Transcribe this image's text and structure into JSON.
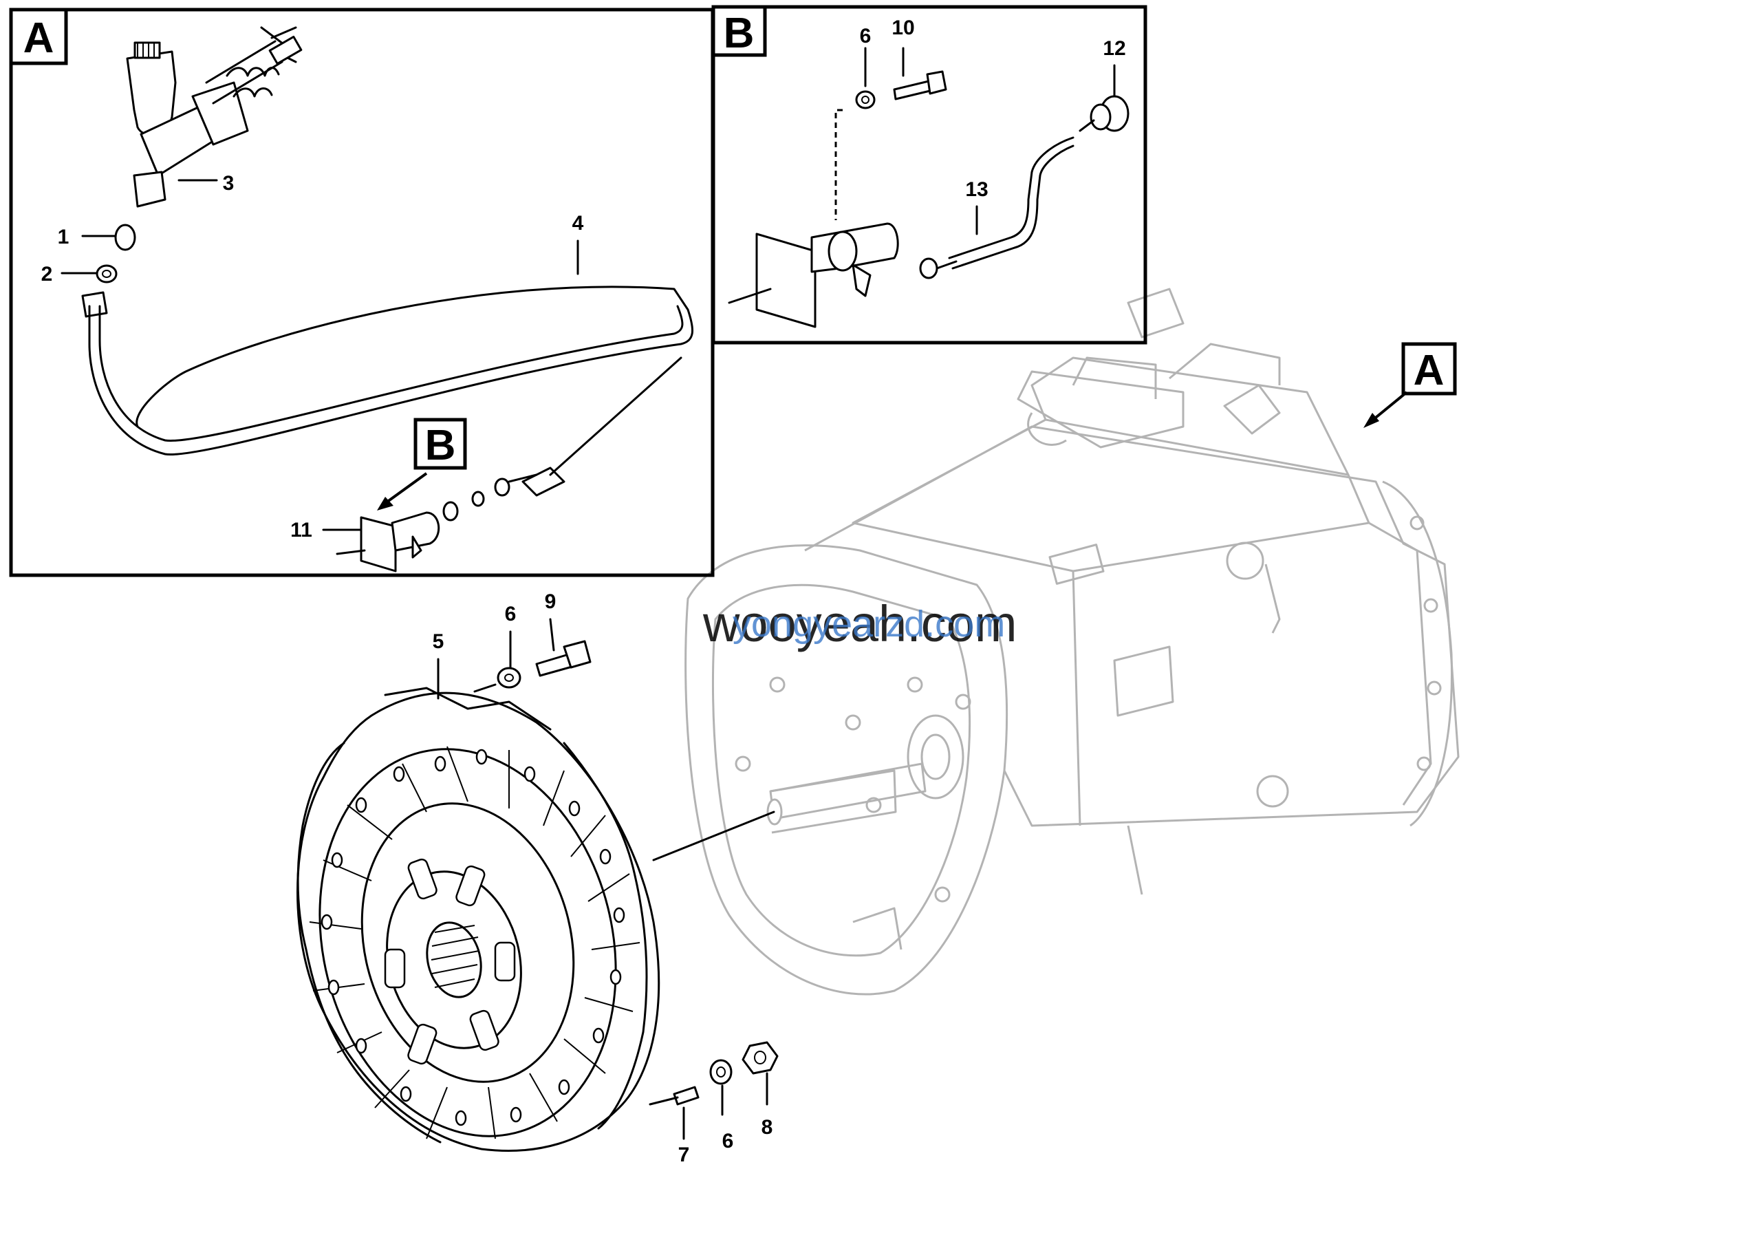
{
  "detail_boxes": [
    {
      "id": "detail-a",
      "letter": "A"
    },
    {
      "id": "detail-b",
      "letter": "B"
    }
  ],
  "view_markers": [
    {
      "id": "marker-b-in-a",
      "letter": "B"
    },
    {
      "id": "marker-a-main",
      "letter": "A"
    }
  ],
  "callouts": [
    {
      "id": "callout-1",
      "number": "1"
    },
    {
      "id": "callout-2",
      "number": "2"
    },
    {
      "id": "callout-3",
      "number": "3"
    },
    {
      "id": "callout-4",
      "number": "4"
    },
    {
      "id": "callout-11",
      "number": "11"
    },
    {
      "id": "callout-b6",
      "number": "6"
    },
    {
      "id": "callout-10",
      "number": "10"
    },
    {
      "id": "callout-12",
      "number": "12"
    },
    {
      "id": "callout-13",
      "number": "13"
    },
    {
      "id": "callout-5",
      "number": "5"
    },
    {
      "id": "callout-6a",
      "number": "6"
    },
    {
      "id": "callout-9",
      "number": "9"
    },
    {
      "id": "callout-7",
      "number": "7"
    },
    {
      "id": "callout-6b",
      "number": "6"
    },
    {
      "id": "callout-8",
      "number": "8"
    }
  ],
  "watermark": {
    "text": "wooyeah.com",
    "overlay_text": "yongyearzd.com",
    "color": "#000000",
    "overlay_color": "#3a78c9"
  },
  "colors": {
    "line": "#000000",
    "background_transmission": "#b3b3b3"
  }
}
